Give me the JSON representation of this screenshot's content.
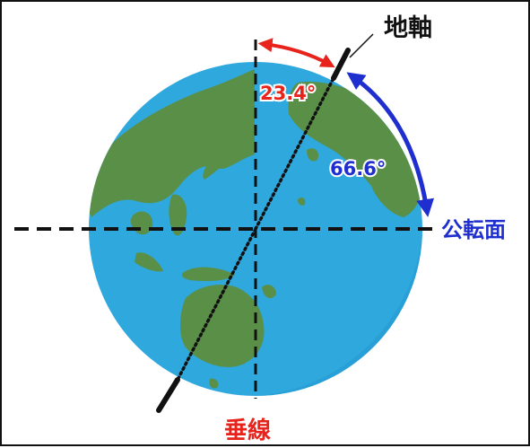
{
  "labels": {
    "axis": "地軸",
    "vertical": "垂線",
    "orbital_plane": "公転面",
    "tilt_angle": "23.4°",
    "complement_angle": "66.6°"
  },
  "colors": {
    "ocean": "#2fa8de",
    "ocean_shade": "#1e8fc8",
    "land": "#5a8f47",
    "line": "#111111",
    "red": "#e8231c",
    "blue": "#1f2fcf",
    "border": "#111111"
  }
}
